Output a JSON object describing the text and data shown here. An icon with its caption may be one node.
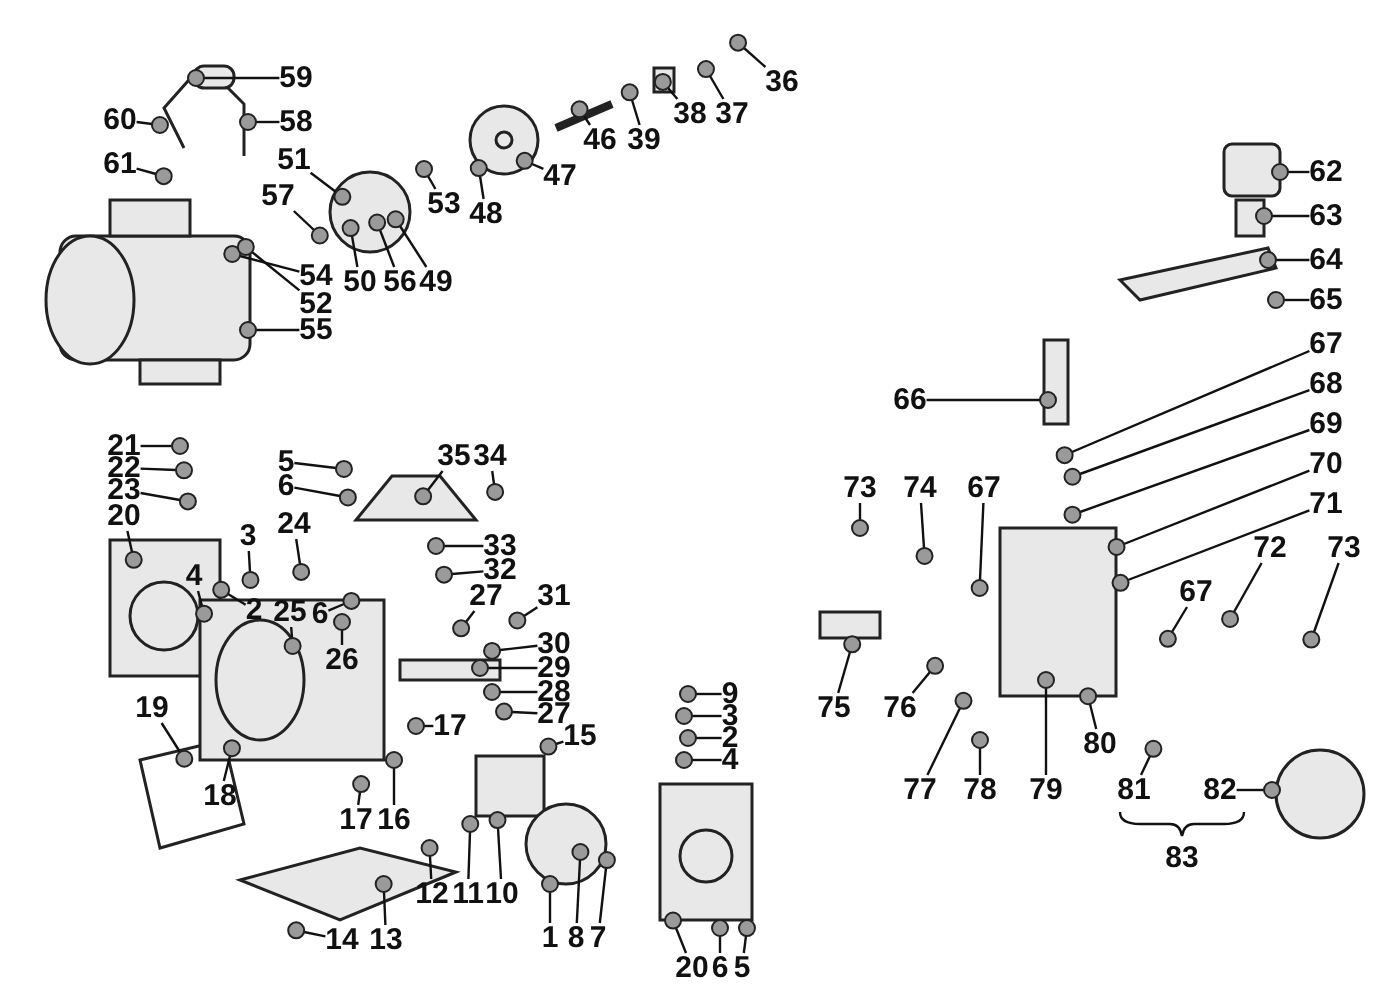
{
  "diagram": {
    "nodes": [
      {
        "text": [
          "59"
        ]
      },
      {
        "text": [
          "60"
        ]
      },
      {
        "text": [
          "58"
        ]
      },
      {
        "text": [
          "61"
        ]
      },
      {
        "text": [
          "51"
        ]
      },
      {
        "text": [
          "57"
        ]
      },
      {
        "text": [
          "54"
        ]
      },
      {
        "text": [
          "52"
        ]
      },
      {
        "text": [
          "55"
        ]
      },
      {
        "text": [
          "50"
        ]
      },
      {
        "text": [
          "56"
        ]
      },
      {
        "text": [
          "49"
        ]
      },
      {
        "text": [
          "53"
        ]
      },
      {
        "text": [
          "48"
        ]
      },
      {
        "text": [
          "47"
        ]
      },
      {
        "text": [
          "46"
        ]
      },
      {
        "text": [
          "39"
        ]
      },
      {
        "text": [
          "38"
        ]
      },
      {
        "text": [
          "37"
        ]
      },
      {
        "text": [
          "36"
        ]
      },
      {
        "text": [
          "21"
        ]
      },
      {
        "text": [
          "22"
        ]
      },
      {
        "text": [
          "23"
        ]
      },
      {
        "text": [
          "20"
        ]
      },
      {
        "text": [
          "4"
        ]
      },
      {
        "text": [
          "3"
        ]
      },
      {
        "text": [
          "2"
        ]
      },
      {
        "text": [
          "24"
        ]
      },
      {
        "text": [
          "5"
        ]
      },
      {
        "text": [
          "6"
        ]
      },
      {
        "text": [
          "35"
        ]
      },
      {
        "text": [
          "34"
        ]
      },
      {
        "text": [
          "33"
        ]
      },
      {
        "text": [
          "32"
        ]
      },
      {
        "text": [
          "27"
        ]
      },
      {
        "text": [
          "6"
        ]
      },
      {
        "text": [
          "26"
        ]
      },
      {
        "text": [
          "25"
        ]
      },
      {
        "text": [
          "31"
        ]
      },
      {
        "text": [
          "30"
        ]
      },
      {
        "text": [
          "29"
        ]
      },
      {
        "text": [
          "28"
        ]
      },
      {
        "text": [
          "27"
        ]
      },
      {
        "text": [
          "19"
        ]
      },
      {
        "text": [
          "18"
        ]
      },
      {
        "text": [
          "17"
        ]
      },
      {
        "text": [
          "17"
        ]
      },
      {
        "text": [
          "16"
        ]
      },
      {
        "text": [
          "15"
        ]
      },
      {
        "text": [
          "9"
        ]
      },
      {
        "text": [
          "3"
        ]
      },
      {
        "text": [
          "2"
        ]
      },
      {
        "text": [
          "4"
        ]
      },
      {
        "text": [
          "10"
        ]
      },
      {
        "text": [
          "11"
        ]
      },
      {
        "text": [
          "12"
        ]
      },
      {
        "text": [
          "1"
        ]
      },
      {
        "text": [
          "8"
        ]
      },
      {
        "text": [
          "7"
        ]
      },
      {
        "text": [
          "14"
        ]
      },
      {
        "text": [
          "13"
        ]
      },
      {
        "text": [
          "20"
        ]
      },
      {
        "text": [
          "6"
        ]
      },
      {
        "text": [
          "5"
        ]
      },
      {
        "text": [
          "62"
        ]
      },
      {
        "text": [
          "63"
        ]
      },
      {
        "text": [
          "64"
        ]
      },
      {
        "text": [
          "65"
        ]
      },
      {
        "text": [
          "66"
        ]
      },
      {
        "text": [
          "67"
        ]
      },
      {
        "text": [
          "68"
        ]
      },
      {
        "text": [
          "69"
        ]
      },
      {
        "text": [
          "70"
        ]
      },
      {
        "text": [
          "71"
        ]
      },
      {
        "text": [
          "73"
        ]
      },
      {
        "text": [
          "74"
        ]
      },
      {
        "text": [
          "67"
        ]
      },
      {
        "text": [
          "72"
        ]
      },
      {
        "text": [
          "73"
        ]
      },
      {
        "text": [
          "67"
        ]
      },
      {
        "text": [
          "75"
        ]
      },
      {
        "text": [
          "76"
        ]
      },
      {
        "text": [
          "77"
        ]
      },
      {
        "text": [
          "78"
        ]
      },
      {
        "text": [
          "79"
        ]
      },
      {
        "text": [
          "80"
        ]
      },
      {
        "text": [
          "81"
        ]
      },
      {
        "text": [
          "82"
        ]
      },
      {
        "text": [],
        "shape": "circle"
      },
      {
        "text": [],
        "shape": "circle"
      },
      {
        "text": [],
        "shape": "circle"
      },
      {
        "text": [],
        "shape": "circle"
      },
      {
        "text": [],
        "shape": "circle"
      },
      {
        "text": [],
        "shape": "circle"
      },
      {
        "text": [],
        "shape": "circle"
      },
      {
        "text": [],
        "shape": "circle"
      },
      {
        "text": [],
        "shape": "circle"
      },
      {
        "text": [],
        "shape": "circle"
      },
      {
        "text": [],
        "shape": "circle"
      },
      {
        "text": [],
        "shape": "circle"
      },
      {
        "text": [],
        "shape": "circle"
      },
      {
        "text": [],
        "shape": "circle"
      },
      {
        "text": [],
        "shape": "circle"
      },
      {
        "text": [],
        "shape": "circle"
      },
      {
        "text": [],
        "shape": "circle"
      },
      {
        "text": [],
        "shape": "circle"
      },
      {
        "text": [],
        "shape": "circle"
      },
      {
        "text": [],
        "shape": "circle"
      },
      {
        "text": [],
        "shape": "circle"
      },
      {
        "text": [],
        "shape": "circle"
      },
      {
        "text": [],
        "shape": "circle"
      },
      {
        "text": [],
        "shape": "circle"
      },
      {
        "text": [],
        "shape": "circle"
      },
      {
        "text": [],
        "shape": "circle"
      },
      {
        "text": [],
        "shape": "circle"
      },
      {
        "text": [],
        "shape": "circle"
      },
      {
        "text": [],
        "shape": "circle"
      },
      {
        "text": [],
        "shape": "circle"
      },
      {
        "text": [],
        "shape": "circle"
      },
      {
        "text": [],
        "shape": "circle"
      },
      {
        "text": [],
        "shape": "circle"
      },
      {
        "text": [],
        "shape": "circle"
      },
      {
        "text": [],
        "shape": "circle"
      },
      {
        "text": [],
        "shape": "circle"
      },
      {
        "text": [],
        "shape": "circle"
      },
      {
        "text": [],
        "shape": "circle"
      },
      {
        "text": [],
        "shape": "circle"
      },
      {
        "text": [],
        "shape": "circle"
      },
      {
        "text": [],
        "shape": "circle"
      },
      {
        "text": [],
        "shape": "circle"
      },
      {
        "text": [],
        "shape": "circle"
      },
      {
        "text": [],
        "shape": "circle"
      },
      {
        "text": [],
        "shape": "circle"
      },
      {
        "text": [],
        "shape": "circle"
      },
      {
        "text": [],
        "shape": "circle"
      },
      {
        "text": [],
        "shape": "circle"
      },
      {
        "text": [],
        "shape": "circle"
      },
      {
        "text": [],
        "shape": "circle"
      },
      {
        "text": [],
        "shape": "circle"
      },
      {
        "text": [],
        "shape": "circle"
      },
      {
        "text": [],
        "shape": "circle"
      },
      {
        "text": [],
        "shape": "circle"
      },
      {
        "text": [],
        "shape": "circle"
      },
      {
        "text": [],
        "shape": "circle"
      },
      {
        "text": [],
        "shape": "circle"
      },
      {
        "text": [],
        "shape": "circle"
      },
      {
        "text": [],
        "shape": "circle"
      },
      {
        "text": [],
        "shape": "circle"
      },
      {
        "text": [],
        "shape": "circle"
      },
      {
        "text": [],
        "shape": "circle"
      },
      {
        "text": [],
        "shape": "circle"
      },
      {
        "text": [],
        "shape": "circle"
      },
      {
        "text": [],
        "shape": "circle"
      },
      {
        "text": [],
        "shape": "circle"
      },
      {
        "text": [],
        "shape": "circle"
      },
      {
        "text": [],
        "shape": "circle"
      },
      {
        "text": [],
        "shape": "circle"
      },
      {
        "text": [],
        "shape": "circle"
      },
      {
        "text": [],
        "shape": "circle"
      },
      {
        "text": [],
        "shape": "circle"
      },
      {
        "text": [],
        "shape": "circle"
      },
      {
        "text": [],
        "shape": "circle"
      },
      {
        "text": [],
        "shape": "circle"
      },
      {
        "text": [],
        "shape": "circle"
      },
      {
        "text": [],
        "shape": "circle"
      },
      {
        "text": [],
        "shape": "circle"
      },
      {
        "text": [],
        "shape": "circle"
      },
      {
        "text": [],
        "shape": "circle"
      },
      {
        "text": [],
        "shape": "circle"
      },
      {
        "text": [],
        "shape": "circle"
      },
      {
        "text": [],
        "shape": "circle"
      },
      {
        "text": [],
        "shape": "circle"
      },
      {
        "text": [],
        "shape": "circle"
      },
      {
        "text": [],
        "shape": "circle"
      },
      {
        "text": [],
        "shape": "circle"
      },
      {
        "text": [],
        "shape": "circle"
      }
    ],
    "edges": [
      {
        "from": 0,
        "to": 88,
        "arrow": "none"
      },
      {
        "from": 1,
        "to": 89,
        "arrow": "none"
      },
      {
        "from": 2,
        "to": 90,
        "arrow": "none"
      },
      {
        "from": 3,
        "to": 91,
        "arrow": "none"
      },
      {
        "from": 4,
        "to": 92,
        "arrow": "none"
      },
      {
        "from": 5,
        "to": 93,
        "arrow": "none"
      },
      {
        "from": 6,
        "to": 94,
        "arrow": "none"
      },
      {
        "from": 7,
        "to": 95,
        "arrow": "none"
      },
      {
        "from": 8,
        "to": 96,
        "arrow": "none"
      },
      {
        "from": 9,
        "to": 97,
        "arrow": "none"
      },
      {
        "from": 10,
        "to": 98,
        "arrow": "none"
      },
      {
        "from": 11,
        "to": 99,
        "arrow": "none"
      },
      {
        "from": 12,
        "to": 100,
        "arrow": "none"
      },
      {
        "from": 13,
        "to": 101,
        "arrow": "none"
      },
      {
        "from": 14,
        "to": 102,
        "arrow": "none"
      },
      {
        "from": 15,
        "to": 103,
        "arrow": "none"
      },
      {
        "from": 16,
        "to": 104,
        "arrow": "none"
      },
      {
        "from": 17,
        "to": 105,
        "arrow": "none"
      },
      {
        "from": 18,
        "to": 106,
        "arrow": "none"
      },
      {
        "from": 19,
        "to": 107,
        "arrow": "none"
      },
      {
        "from": 20,
        "to": 108,
        "arrow": "none"
      },
      {
        "from": 21,
        "to": 109,
        "arrow": "none"
      },
      {
        "from": 22,
        "to": 110,
        "arrow": "none"
      },
      {
        "from": 23,
        "to": 111,
        "arrow": "none"
      },
      {
        "from": 24,
        "to": 112,
        "arrow": "none"
      },
      {
        "from": 25,
        "to": 113,
        "arrow": "none"
      },
      {
        "from": 26,
        "to": 114,
        "arrow": "none"
      },
      {
        "from": 27,
        "to": 115,
        "arrow": "none"
      },
      {
        "from": 28,
        "to": 116,
        "arrow": "none"
      },
      {
        "from": 29,
        "to": 117,
        "arrow": "none"
      },
      {
        "from": 30,
        "to": 118,
        "arrow": "none"
      },
      {
        "from": 31,
        "to": 119,
        "arrow": "none"
      },
      {
        "from": 32,
        "to": 120,
        "arrow": "none"
      },
      {
        "from": 33,
        "to": 121,
        "arrow": "none"
      },
      {
        "from": 34,
        "to": 122,
        "arrow": "none"
      },
      {
        "from": 35,
        "to": 123,
        "arrow": "none"
      },
      {
        "from": 36,
        "to": 124,
        "arrow": "none"
      },
      {
        "from": 37,
        "to": 125,
        "arrow": "none"
      },
      {
        "from": 38,
        "to": 126,
        "arrow": "none"
      },
      {
        "from": 39,
        "to": 127,
        "arrow": "none"
      },
      {
        "from": 40,
        "to": 128,
        "arrow": "none"
      },
      {
        "from": 41,
        "to": 129,
        "arrow": "none"
      },
      {
        "from": 42,
        "to": 130,
        "arrow": "none"
      },
      {
        "from": 43,
        "to": 131,
        "arrow": "none"
      },
      {
        "from": 44,
        "to": 132,
        "arrow": "none"
      },
      {
        "from": 45,
        "to": 133,
        "arrow": "none"
      },
      {
        "from": 46,
        "to": 134,
        "arrow": "none"
      },
      {
        "from": 47,
        "to": 135,
        "arrow": "none"
      },
      {
        "from": 48,
        "to": 136,
        "arrow": "none"
      },
      {
        "from": 49,
        "to": 137,
        "arrow": "none"
      },
      {
        "from": 50,
        "to": 138,
        "arrow": "none"
      },
      {
        "from": 51,
        "to": 139,
        "arrow": "none"
      },
      {
        "from": 52,
        "to": 140,
        "arrow": "none"
      },
      {
        "from": 53,
        "to": 141,
        "arrow": "none"
      },
      {
        "from": 54,
        "to": 142,
        "arrow": "none"
      },
      {
        "from": 55,
        "to": 143,
        "arrow": "none"
      },
      {
        "from": 56,
        "to": 144,
        "arrow": "none"
      },
      {
        "from": 57,
        "to": 145,
        "arrow": "none"
      },
      {
        "from": 58,
        "to": 146,
        "arrow": "none"
      },
      {
        "from": 59,
        "to": 147,
        "arrow": "none"
      },
      {
        "from": 60,
        "to": 148,
        "arrow": "none"
      },
      {
        "from": 61,
        "to": 149,
        "arrow": "none"
      },
      {
        "from": 62,
        "to": 150,
        "arrow": "none"
      },
      {
        "from": 63,
        "to": 151,
        "arrow": "none"
      },
      {
        "from": 64,
        "to": 152,
        "arrow": "none"
      },
      {
        "from": 65,
        "to": 153,
        "arrow": "none"
      },
      {
        "from": 66,
        "to": 154,
        "arrow": "none"
      },
      {
        "from": 67,
        "to": 155,
        "arrow": "none"
      },
      {
        "from": 68,
        "to": 156,
        "arrow": "none"
      },
      {
        "from": 69,
        "to": 157,
        "arrow": "none"
      },
      {
        "from": 70,
        "to": 158,
        "arrow": "none"
      },
      {
        "from": 71,
        "to": 159,
        "arrow": "none"
      },
      {
        "from": 72,
        "to": 160,
        "arrow": "none"
      },
      {
        "from": 73,
        "to": 161,
        "arrow": "none"
      },
      {
        "from": 74,
        "to": 162,
        "arrow": "none"
      },
      {
        "from": 75,
        "to": 163,
        "arrow": "none"
      },
      {
        "from": 76,
        "to": 164,
        "arrow": "none"
      },
      {
        "from": 77,
        "to": 165,
        "arrow": "none"
      },
      {
        "from": 78,
        "to": 166,
        "arrow": "none"
      },
      {
        "from": 79,
        "to": 167,
        "arrow": "none"
      },
      {
        "from": 80,
        "to": 168,
        "arrow": "none"
      },
      {
        "from": 81,
        "to": 169,
        "arrow": "none"
      },
      {
        "from": 82,
        "to": 170,
        "arrow": "none"
      },
      {
        "from": 83,
        "to": 171,
        "arrow": "none"
      },
      {
        "from": 84,
        "to": 172,
        "arrow": "none"
      },
      {
        "from": 85,
        "to": 173,
        "arrow": "none"
      },
      {
        "from": 86,
        "to": 174,
        "arrow": "none"
      },
      {
        "from": 87,
        "to": 175,
        "arrow": "none"
      }
    ],
    "labels": [
      "83"
    ]
  }
}
